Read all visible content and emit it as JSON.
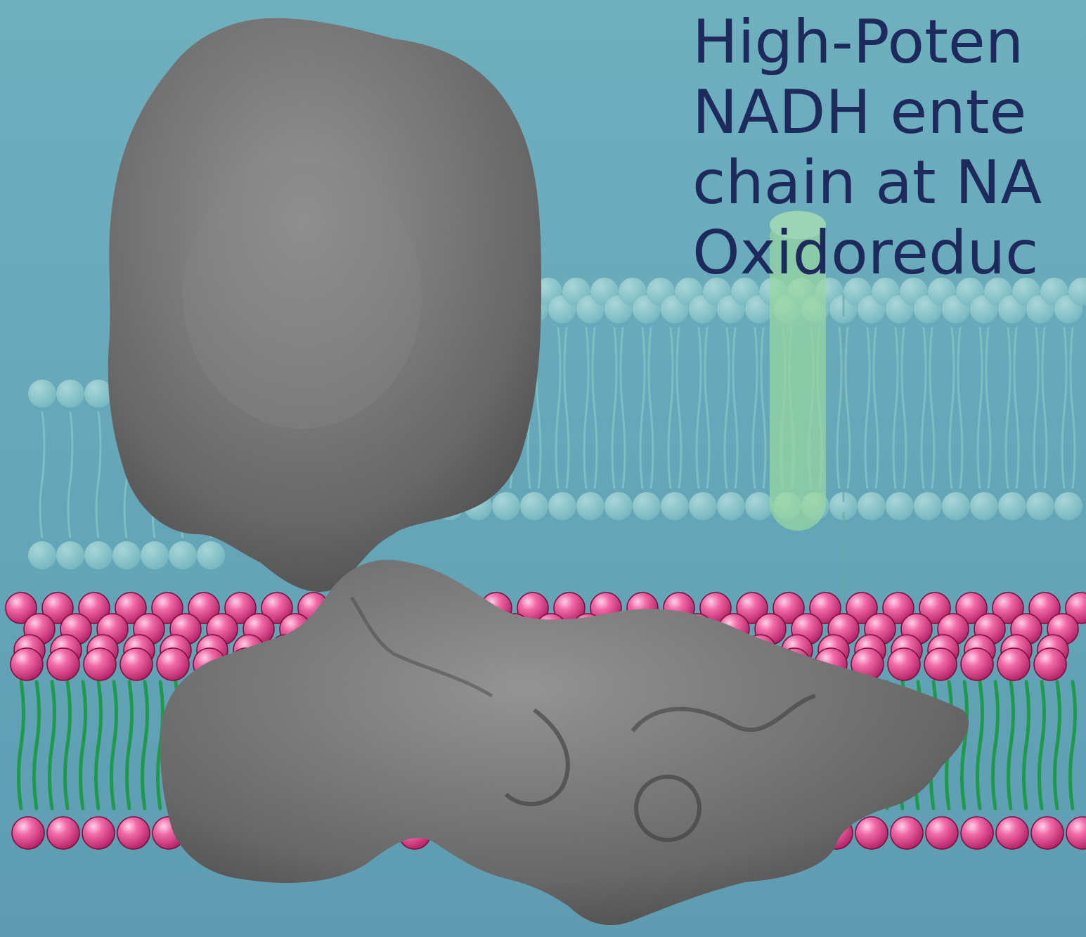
{
  "title": {
    "lines": [
      "High-Poten",
      "NADH ente",
      "chain at NA",
      "Oxidoreduc"
    ]
  },
  "colors": {
    "background": "#66a8ba",
    "title_text": "#1f2a5c",
    "lipid_head": "#e0388a",
    "lipid_tail": "#1f9a4c",
    "faded_membrane": "#8cc7c8",
    "faded_channel": "#9ad8a0",
    "protein": "#6e6e6e"
  },
  "diagram": {
    "subject": "complex-I-protein-in-membrane",
    "elements": [
      "faded-background-membrane",
      "lipid-bilayer",
      "protein-complex"
    ]
  }
}
